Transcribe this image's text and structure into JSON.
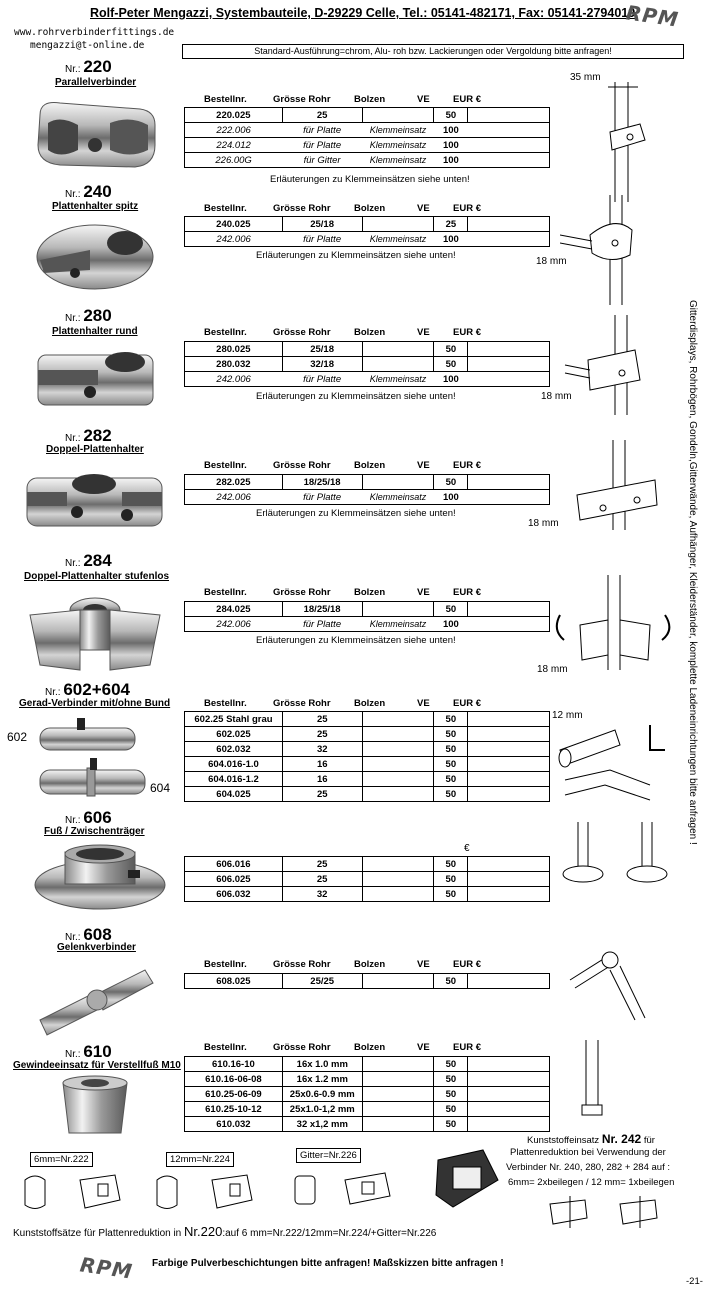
{
  "header": {
    "company_line": "Rolf-Peter Mengazzi, Systembauteile, D-29229 Celle, Tel.: 05141-482171, Fax: 05141-2794019",
    "logo": "RPM",
    "website": "www.rohrverbinderfittings.de",
    "email": "mengazzi@t-online.de",
    "standard_note": "Standard-Ausführung=chrom, Alu- roh bzw. Lackierungen oder Vergoldung bitte anfragen!"
  },
  "columns": {
    "bestellnr": "Bestellnr.",
    "groesse": "Grösse Rohr",
    "bolzen": "Bolzen",
    "ve": "VE",
    "eur": "EUR €",
    "eur_symbol": "€"
  },
  "products": {
    "p220": {
      "nr_prefix": "Nr.:",
      "nr": "220",
      "name": "Parallelverbinder",
      "rows": [
        [
          "220.025",
          "25",
          "",
          "50"
        ],
        [
          "222.006",
          "für Platte",
          "Klemmeinsatz",
          "100"
        ],
        [
          "224.012",
          "für Platte",
          "Klemmeinsatz",
          "100"
        ],
        [
          "226.00G",
          "für Gitter",
          "Klemmeinsatz",
          "100"
        ]
      ],
      "note": "Erläuterungen zu Klemmeinsätzen siehe unten!"
    },
    "p240": {
      "nr_prefix": "Nr.:",
      "nr": "240",
      "name": "Plattenhalter spitz",
      "rows": [
        [
          "240.025",
          "25/18",
          "",
          "25"
        ],
        [
          "242.006",
          "für Platte",
          "Klemmeinsatz",
          "100"
        ]
      ],
      "note": "Erläuterungen zu Klemmeinsätzen siehe unten!"
    },
    "p280": {
      "nr_prefix": "Nr.:",
      "nr": "280",
      "name": "Plattenhalter rund",
      "rows": [
        [
          "280.025",
          "25/18",
          "",
          "50"
        ],
        [
          "280.032",
          "32/18",
          "",
          "50"
        ],
        [
          "242.006",
          "für Platte",
          "Klemmeinsatz",
          "100"
        ]
      ],
      "note": "Erläuterungen zu Klemmeinsätzen siehe unten!"
    },
    "p282": {
      "nr_prefix": "Nr.:",
      "nr": "282",
      "name": "Doppel-Plattenhalter",
      "rows": [
        [
          "282.025",
          "18/25/18",
          "",
          "50"
        ],
        [
          "242.006",
          "für Platte",
          "Klemmeinsatz",
          "100"
        ]
      ],
      "note": "Erläuterungen zu Klemmeinsätzen siehe unten!"
    },
    "p284": {
      "nr_prefix": "Nr.:",
      "nr": "284",
      "name": "Doppel-Plattenhalter stufenlos",
      "rows": [
        [
          "284.025",
          "18/25/18",
          "",
          "50"
        ],
        [
          "242.006",
          "für Platte",
          "Klemmeinsatz",
          "100"
        ]
      ],
      "note": "Erläuterungen zu Klemmeinsätzen siehe unten!"
    },
    "p602": {
      "nr_prefix": "Nr.:",
      "nr": "602+604",
      "name": "Gerad-Verbinder mit/ohne Bund",
      "label_602": "602",
      "label_604": "604",
      "rows": [
        [
          "602.25 Stahl grau",
          "25",
          "",
          "50"
        ],
        [
          "602.025",
          "25",
          "",
          "50"
        ],
        [
          "602.032",
          "32",
          "",
          "50"
        ],
        [
          "604.016-1.0",
          "16",
          "",
          "50"
        ],
        [
          "604.016-1.2",
          "16",
          "",
          "50"
        ],
        [
          "604.025",
          "25",
          "",
          "50"
        ]
      ]
    },
    "p606": {
      "nr_prefix": "Nr.:",
      "nr": "606",
      "name": "Fuß / Zwischenträger",
      "rows": [
        [
          "606.016",
          "25",
          "",
          "50"
        ],
        [
          "606.025",
          "25",
          "",
          "50"
        ],
        [
          "606.032",
          "32",
          "",
          "50"
        ]
      ]
    },
    "p608": {
      "nr_prefix": "Nr.:",
      "nr": "608",
      "name": "Gelenkverbinder",
      "rows": [
        [
          "608.025",
          "25/25",
          "",
          "50"
        ]
      ]
    },
    "p610": {
      "nr_prefix": "Nr.:",
      "nr": "610",
      "name": "Gewindeeinsatz für Verstellfuß M10",
      "rows": [
        [
          "610.16-10",
          "16x 1.0  mm",
          "",
          "50"
        ],
        [
          "610.16-06-08",
          "16x 1.2  mm",
          "",
          "50"
        ],
        [
          "610.25-06-09",
          "25x0.6-0.9  mm",
          "",
          "50"
        ],
        [
          "610.25-10-12",
          "25x1.0-1,2 mm",
          "",
          "50"
        ],
        [
          "610.032",
          "32 x1,2 mm",
          "",
          "50"
        ]
      ]
    }
  },
  "dimensions": {
    "d35": "35 mm",
    "d18a": "18 mm",
    "d18b": "18 mm",
    "d18c": "18 mm",
    "d18d": "18 mm",
    "d12": "12 mm"
  },
  "side_text": "Gitterdisplays, Rohrbögen, Gondeln,Gitterwände, Aufhänger, Kleiderständer, komplette Ladeneinrichtungen  bitte anfragen !",
  "inserts": {
    "ins222": "6mm=Nr.222",
    "ins224": "12mm=Nr.224",
    "ins226": "Gitter=Nr.226",
    "k242_line1_pre": "Kunststoffeinsatz",
    "k242_nr": "Nr. 242",
    "k242_line1_post": "für",
    "k242_line2": "Plattenreduktion bei Verwendung der",
    "k242_line3": "Verbinder Nr. 240, 280, 282 + 284 auf :",
    "k242_line4": "6mm= 2xbeilegen / 12 mm= 1xbeilegen",
    "reduction_pre": "Kunststoffsätze für Plattenreduktion in",
    "reduction_nr": "Nr.220",
    "reduction_post": ":auf 6 mm=Nr.222/12mm=Nr.224/+Gitter=Nr.226"
  },
  "footer": {
    "note": "Farbige Pulverbeschichtungen bitte anfragen! Maßskizzen bitte anfragen !",
    "page": "-21-",
    "logo": "RPM"
  }
}
